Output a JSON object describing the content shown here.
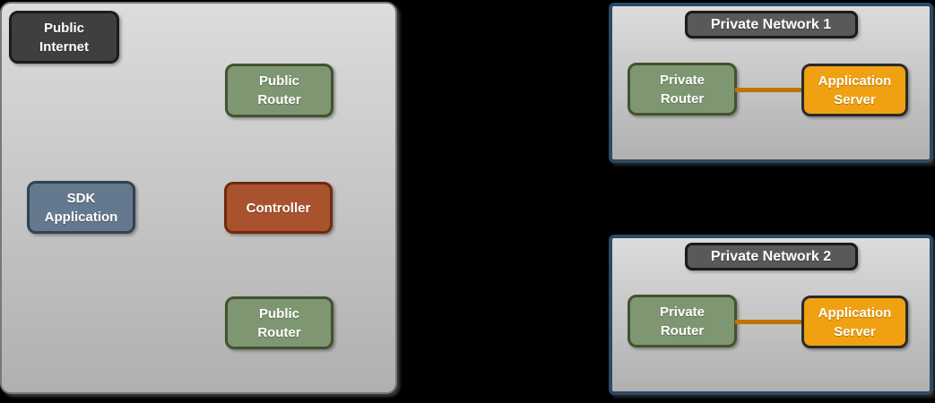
{
  "colors": {
    "background": "#000000",
    "zone-fill-top": "#dcdcdc",
    "zone-fill-bottom": "#b0b0b0",
    "zone-border": "#787878",
    "network-border": "#2b4964",
    "dark-fill": "#3f3f3f",
    "dark-border": "#1c1c1c",
    "green-fill": "#7e9671",
    "green-border": "#42522f",
    "blue-fill": "#64798d",
    "blue-border": "#324253",
    "red-fill": "#a9532e",
    "red-border": "#702a10",
    "orange-fill": "#f0a111",
    "orange-border": "#2a2a2a",
    "title-fill": "#595959",
    "title-border": "#1a1a1a",
    "connector": "#c17300",
    "label-text": "#ffffff"
  },
  "public_zone": {
    "public_internet_label": "Public Internet",
    "public_router_top_label": "Public Router",
    "sdk_application_label": "SDK Application",
    "controller_label": "Controller",
    "public_router_bottom_label": "Public Router"
  },
  "private_network_1": {
    "title": "Private Network 1",
    "private_router_label": "Private Router",
    "application_server_label": "Application Server"
  },
  "private_network_2": {
    "title": "Private Network 2",
    "private_router_label": "Private Router",
    "application_server_label": "Application Server"
  }
}
